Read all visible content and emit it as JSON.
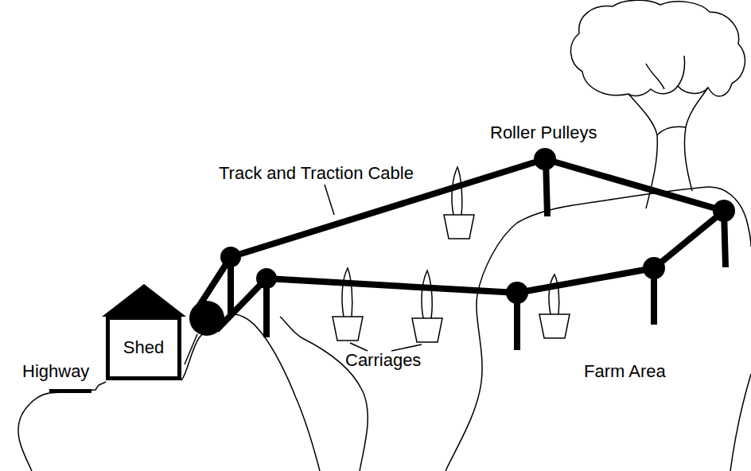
{
  "diagram": {
    "nodes": [
      {
        "text": [
          "Shed"
        ]
      }
    ],
    "labels": [
      "Highway",
      "Track and Traction Cable",
      "Roller Pulleys",
      "Carriages",
      "Farm Area"
    ]
  }
}
